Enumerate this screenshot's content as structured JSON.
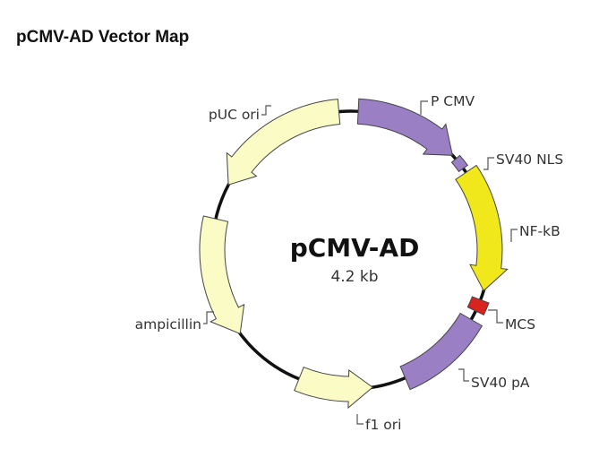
{
  "title": "pCMV-AD Vector Map",
  "plasmid": {
    "name": "pCMV-AD",
    "size": "4.2 kb"
  },
  "features": [
    {
      "id": "p-cmv",
      "label": "P CMV",
      "color": "#9b7fc4"
    },
    {
      "id": "sv40-nls",
      "label": "SV40 NLS",
      "color": "#9b7fc4"
    },
    {
      "id": "nf-kb",
      "label": "NF-kB",
      "color": "#f0e81a"
    },
    {
      "id": "mcs",
      "label": "MCS",
      "color": "#d9231f"
    },
    {
      "id": "sv40-pa",
      "label": "SV40 pA",
      "color": "#9b7fc4"
    },
    {
      "id": "f1-ori",
      "label": "f1 ori",
      "color": "#fbfbc6"
    },
    {
      "id": "ampicillin",
      "label": "ampicillin",
      "color": "#fbfbc6"
    },
    {
      "id": "puc-ori",
      "label": "pUC ori",
      "color": "#fbfbc6"
    }
  ]
}
